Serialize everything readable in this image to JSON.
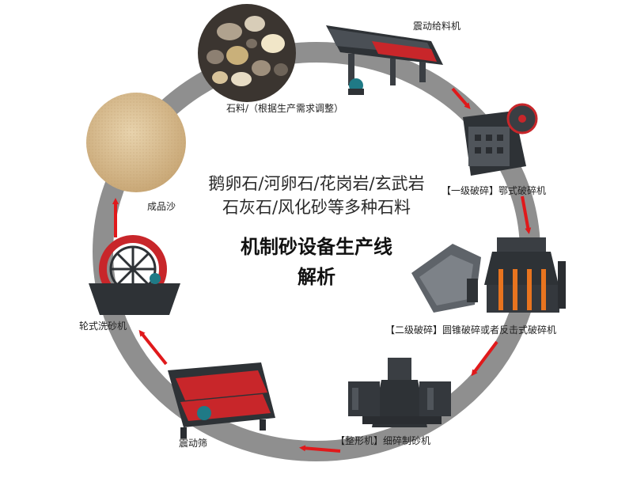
{
  "center": {
    "line1": "鹅卵石/河卵石/花岗岩/玄武岩",
    "line2": "石灰石/风化砂等多种石料",
    "title1": "机制砂设备生产线",
    "title2": "解析"
  },
  "stages": {
    "stone": "石料/（根据生产需求调整）",
    "feeder": "震动给料机",
    "jaw": "【一级破碎】鄂式破碎机",
    "cone": "【二级破碎】圆锥破碎或者反击式破碎机",
    "sandmaker": "【整形机】细碎制砂机",
    "screen": "震动筛",
    "washer": "轮式洗砂机",
    "sand": "成品沙"
  },
  "colors": {
    "ring": "#8f8f8f",
    "arrow": "#e0191b",
    "machine_dark": "#2e3236",
    "machine_red": "#c8262a",
    "machine_orange": "#e8741f",
    "sand": "#d9bf94"
  }
}
